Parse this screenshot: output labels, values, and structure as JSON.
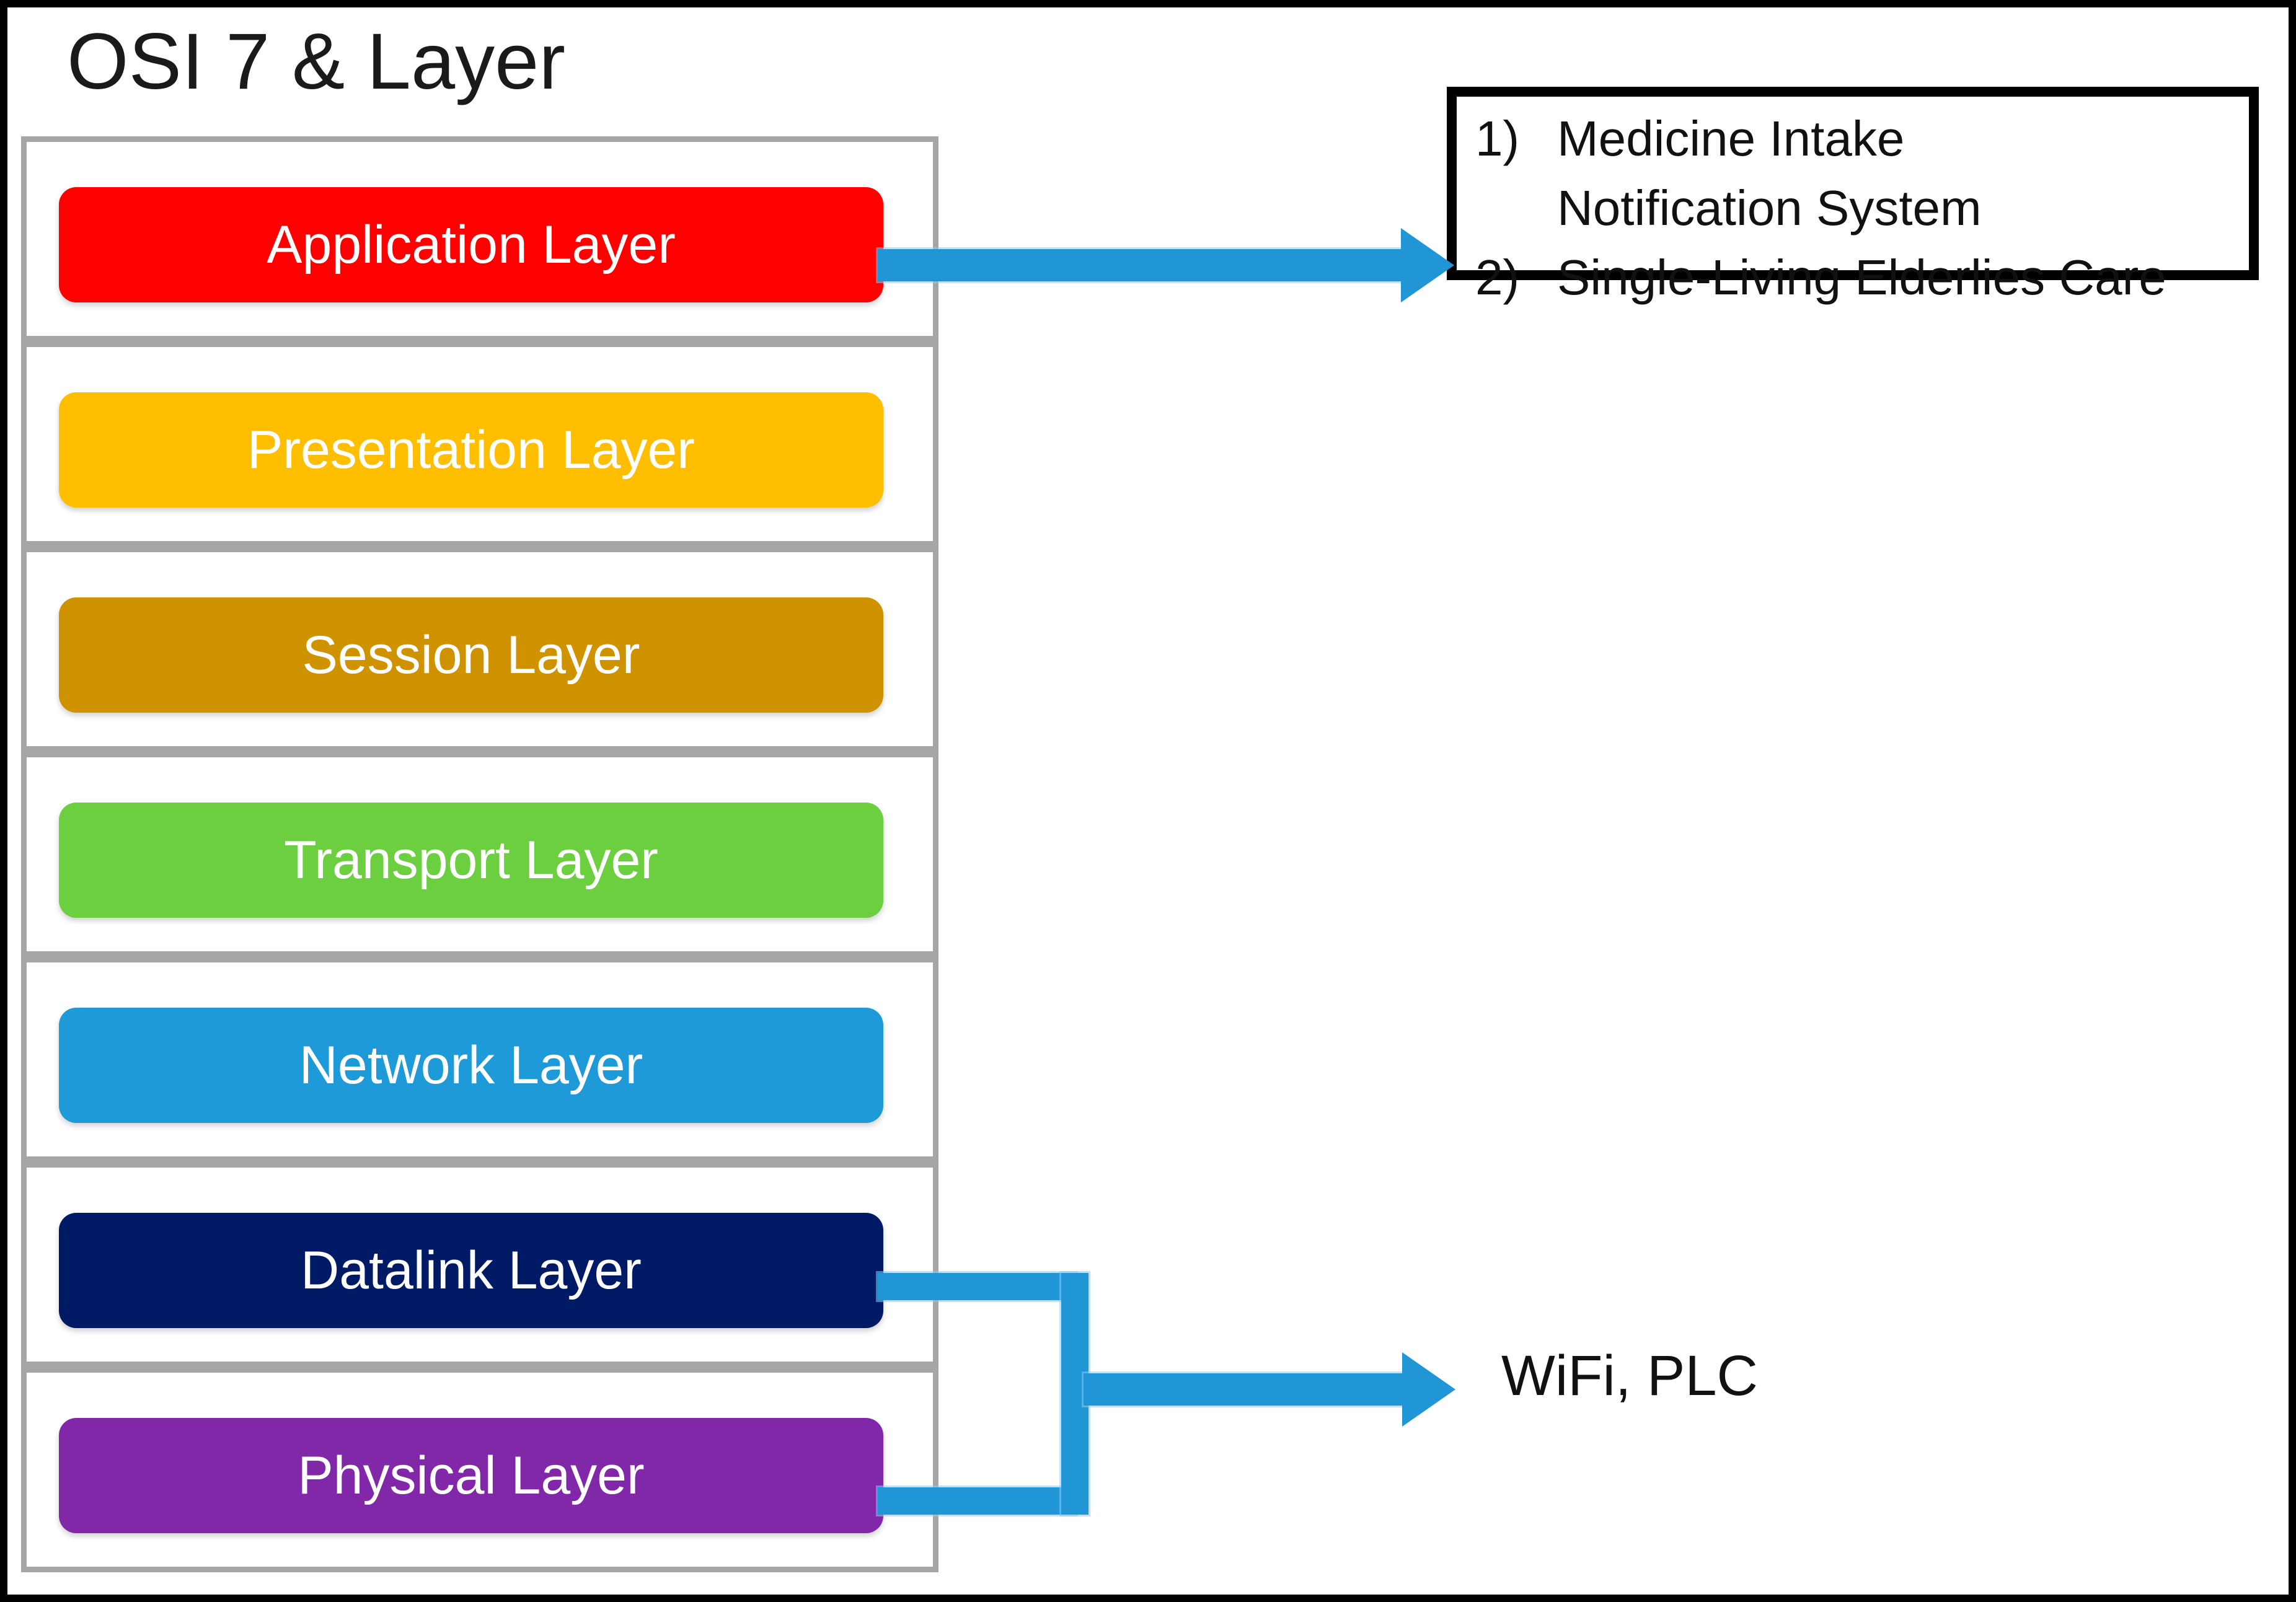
{
  "title": "OSI 7 & Layer",
  "stack": {
    "name": "osi-layer-stack",
    "layers": [
      {
        "key": "application",
        "label": "Application Layer",
        "color": "#FF0000"
      },
      {
        "key": "presentation",
        "label": "Presentation Layer",
        "color": "#FFBF00"
      },
      {
        "key": "session",
        "label": "Session Layer",
        "color": "#CF9200"
      },
      {
        "key": "transport",
        "label": "Transport Layer",
        "color": "#6BCF40"
      },
      {
        "key": "network",
        "label": "Network Layer",
        "color": "#1E9AD8"
      },
      {
        "key": "datalink",
        "label": "Datalink Layer",
        "color": "#001A66"
      },
      {
        "key": "physical",
        "label": "Physical Layer",
        "color": "#8028A8"
      }
    ]
  },
  "callout": {
    "items": [
      {
        "marker": "1)",
        "lines": [
          "Medicine Intake",
          "Notification System"
        ]
      },
      {
        "marker": "2)",
        "lines": [
          "Single-Living Elderlies Care"
        ]
      }
    ],
    "line1_marker": "1)",
    "line1_text": "Medicine Intake",
    "line2_marker": "",
    "line2_text": "Notification System",
    "line3_marker": "2)",
    "line3_text": "Single-Living Elderlies Care"
  },
  "connectors": {
    "application_to_callout": "arrow",
    "link_physical_to_wifi": "bracket-arrow",
    "wifi_plc_label": "WiFi, PLC",
    "color": "#2196D6"
  },
  "colors": {
    "frame_border": "#000000",
    "slot_border": "#a6a6a6",
    "arrow_blue": "#2196D6",
    "text_dark": "#111111"
  }
}
